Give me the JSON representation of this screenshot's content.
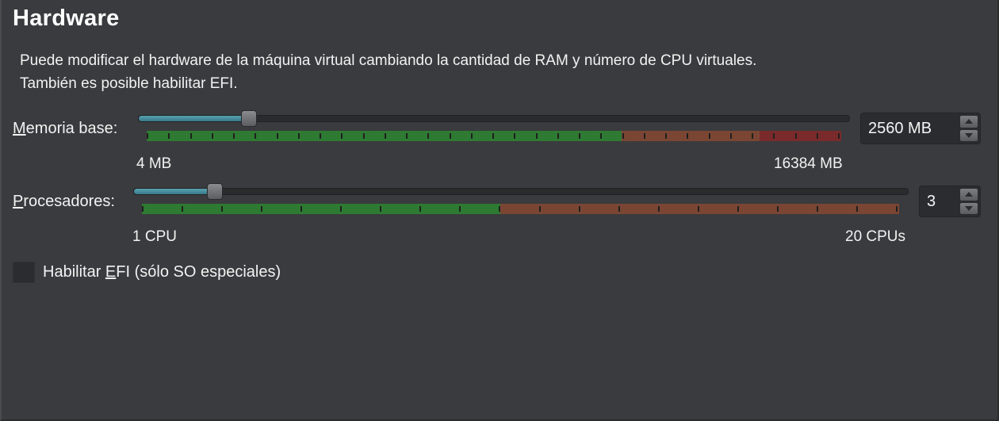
{
  "page": {
    "title": "Hardware",
    "description_line1": "Puede modificar el hardware de la máquina virtual cambiando la cantidad de RAM y número de CPU virtuales.",
    "description_line2": "También es posible habilitar EFI."
  },
  "memory": {
    "label_mnemonic": "M",
    "label_rest": "emoria base:",
    "value_text": "2560 MB",
    "value_mb": 2560,
    "min_mb": 4,
    "max_mb": 16384,
    "min_label": "4 MB",
    "max_label": "16384 MB",
    "scale_segments": [
      {
        "color": "#2e7a32",
        "fraction": 0.684
      },
      {
        "color": "#7a4633",
        "fraction": 0.199
      },
      {
        "color": "#7a2a2a",
        "fraction": 0.117
      }
    ],
    "tick_count": 33
  },
  "processors": {
    "label_mnemonic": "P",
    "label_rest": "rocesadores:",
    "value_text": "3",
    "value": 3,
    "min": 1,
    "max": 20,
    "min_label": "1 CPU",
    "max_label": "20 CPUs",
    "scale_segments": [
      {
        "color": "#2e7a32",
        "fraction": 0.473
      },
      {
        "color": "#7a4633",
        "fraction": 0.527
      }
    ],
    "tick_count": 20
  },
  "efi": {
    "label_before": "Habilitar ",
    "label_mnemonic": "E",
    "label_after": "FI (sólo SO especiales)",
    "checked": false
  },
  "icons": {
    "spin_up": "chevron-up-icon",
    "spin_down": "chevron-down-icon"
  }
}
